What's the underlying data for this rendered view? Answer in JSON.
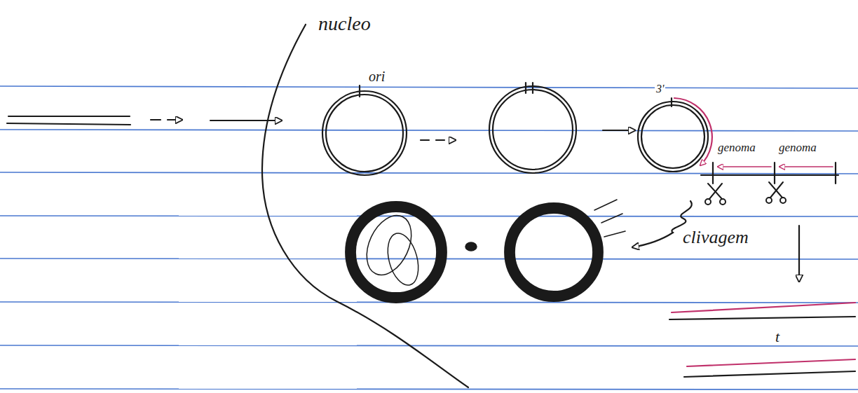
{
  "diagram": {
    "labels": [
      "nucleo",
      "ori",
      "3'",
      "genoma",
      "genoma",
      "clivagem",
      "t"
    ]
  }
}
